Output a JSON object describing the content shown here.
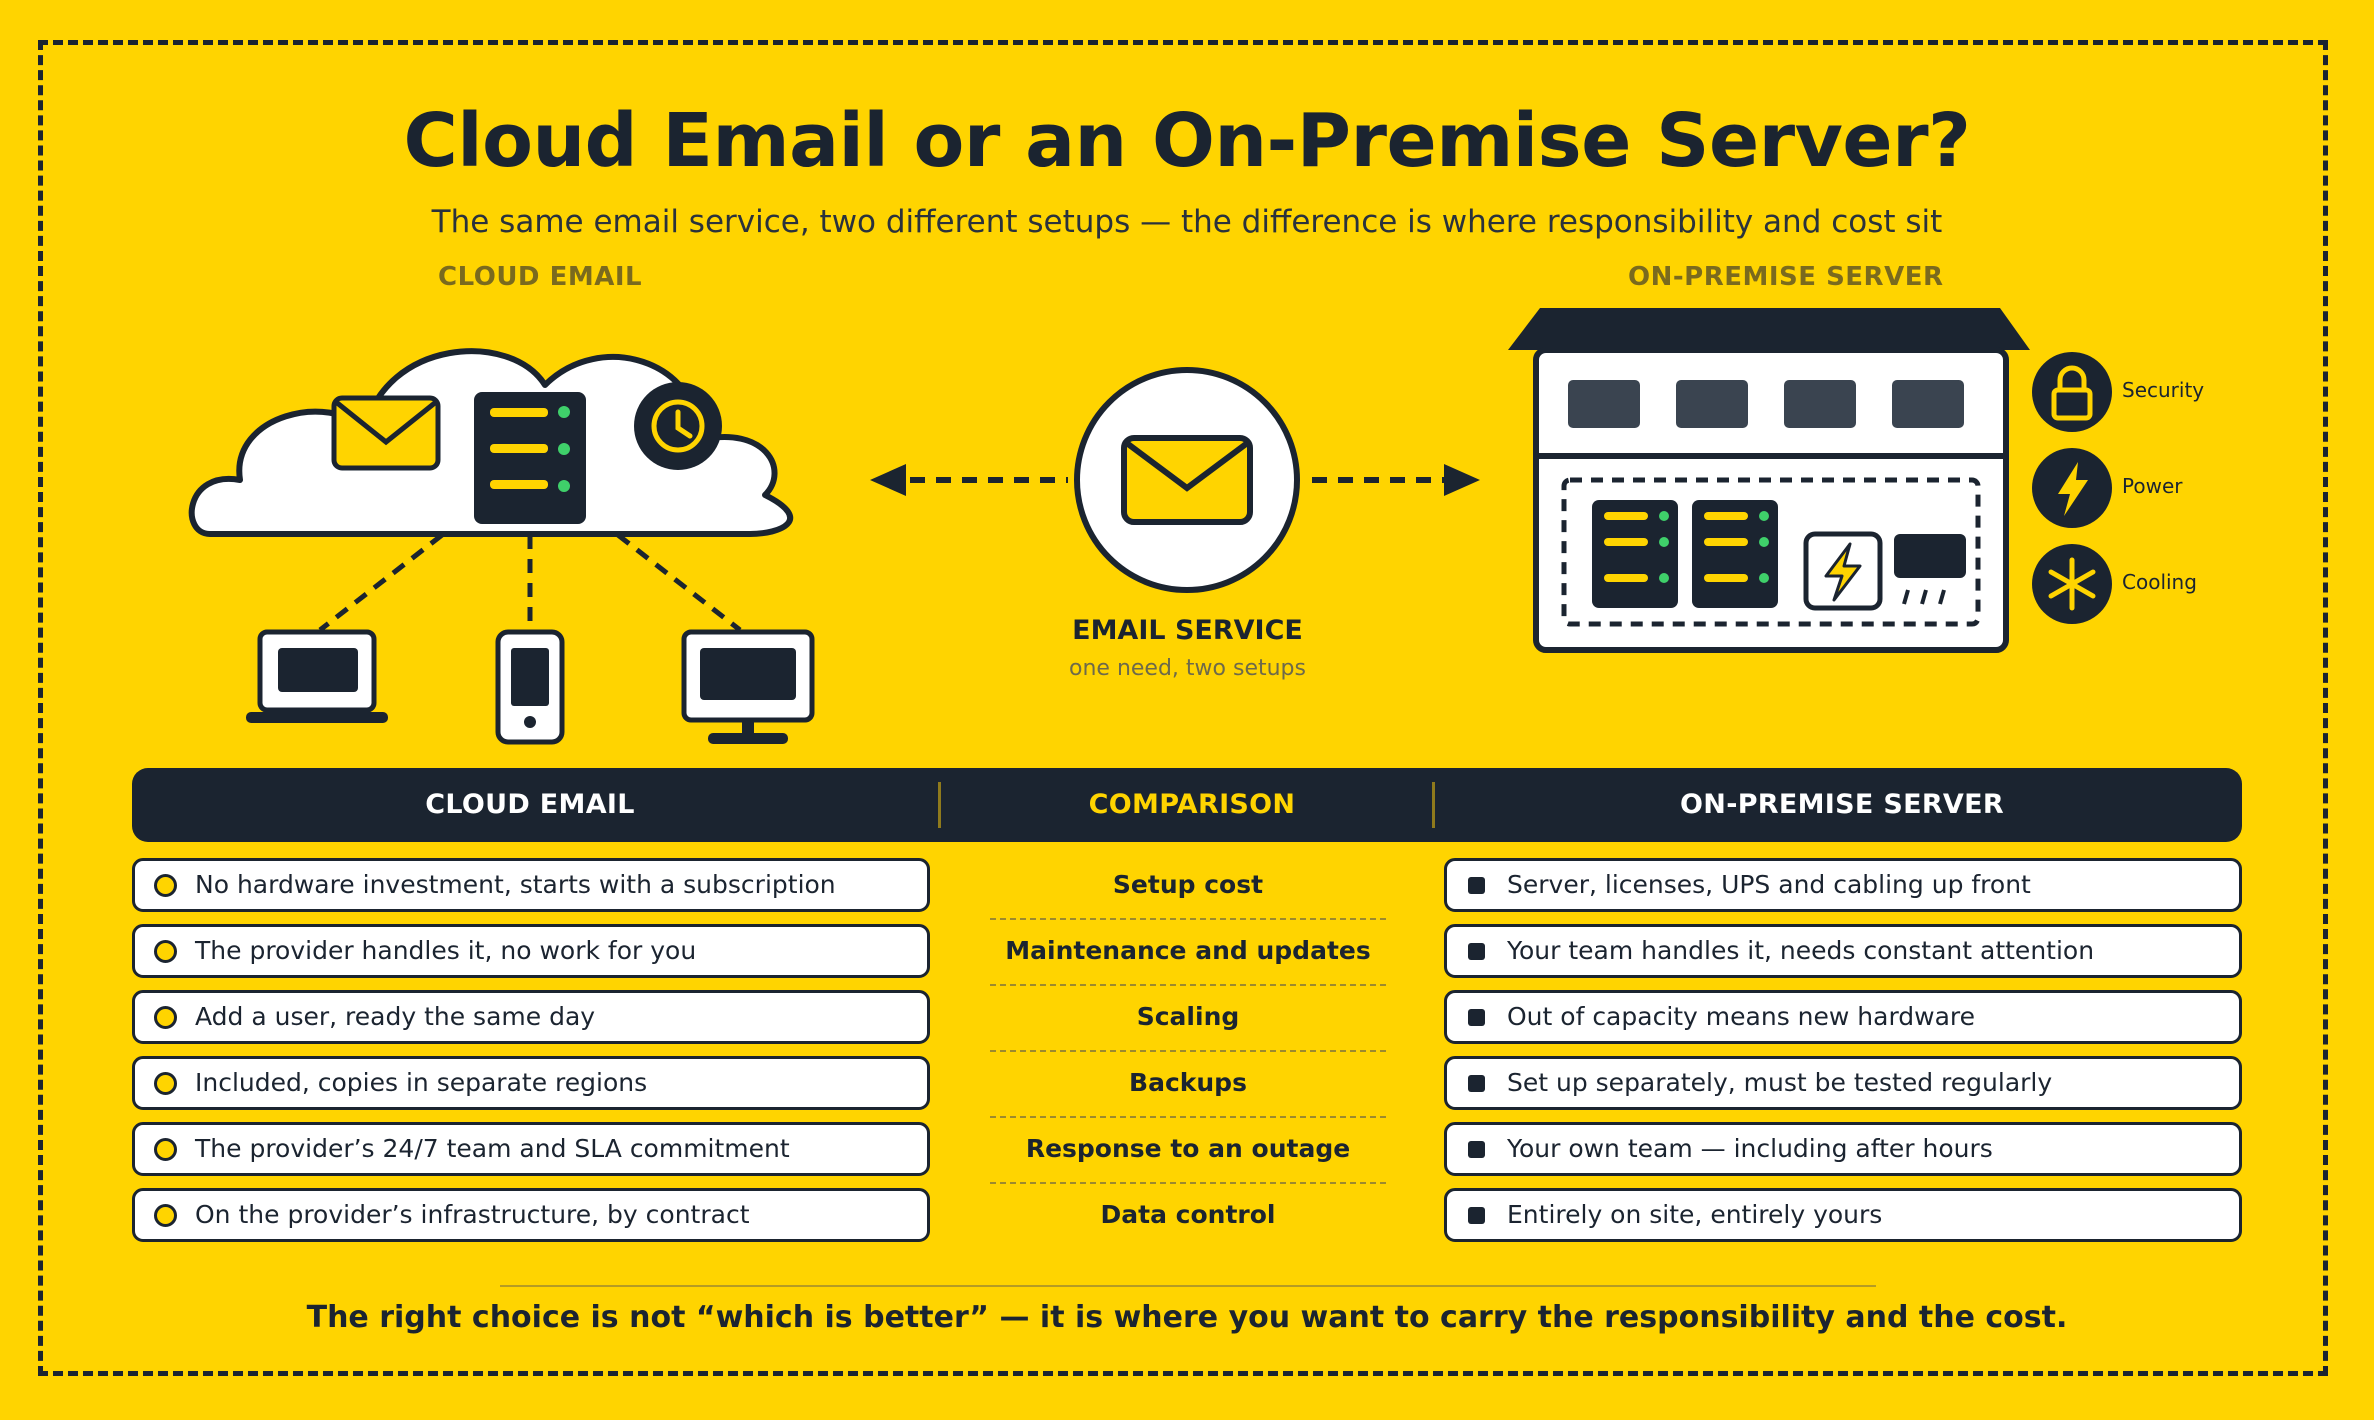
{
  "header": {
    "title": "Cloud Email or an On-Premise Server?",
    "subtitle": "The same email service, two different setups — the difference is where responsibility and cost sit"
  },
  "diagram": {
    "left_label": "CLOUD EMAIL",
    "right_label": "ON-PREMISE SERVER",
    "center": {
      "title": "EMAIL SERVICE",
      "subtitle": "one need, two setups"
    },
    "side_icons": [
      {
        "label": "Security",
        "icon": "lock-icon"
      },
      {
        "label": "Power",
        "icon": "bolt-icon"
      },
      {
        "label": "Cooling",
        "icon": "snowflake-icon"
      }
    ]
  },
  "table": {
    "headers": {
      "left": "CLOUD EMAIL",
      "middle": "COMPARISON",
      "right": "ON-PREMISE SERVER"
    },
    "rows": [
      {
        "criterion": "Setup cost",
        "cloud": "No hardware investment, starts with a subscription",
        "onprem": "Server, licenses, UPS and cabling up front"
      },
      {
        "criterion": "Maintenance and updates",
        "cloud": "The provider handles it, no work for you",
        "onprem": "Your team handles it, needs constant attention"
      },
      {
        "criterion": "Scaling",
        "cloud": "Add a user, ready the same day",
        "onprem": "Out of capacity means new hardware"
      },
      {
        "criterion": "Backups",
        "cloud": "Included, copies in separate regions",
        "onprem": "Set up separately, must be tested regularly"
      },
      {
        "criterion": "Response to an outage",
        "cloud": "The provider’s 24/7 team and SLA commitment",
        "onprem": "Your own team — including after hours"
      },
      {
        "criterion": "Data control",
        "cloud": "On the provider’s infrastructure, by contract",
        "onprem": "Entirely on site, entirely yours"
      }
    ]
  },
  "footer": "The right choice is not “which is better” — it is where you want to carry the responsibility and the cost.",
  "colors": {
    "background": "#FFD400",
    "dark": "#1B2430",
    "accent_green": "#3FD06A",
    "white": "#FFFFFF"
  }
}
